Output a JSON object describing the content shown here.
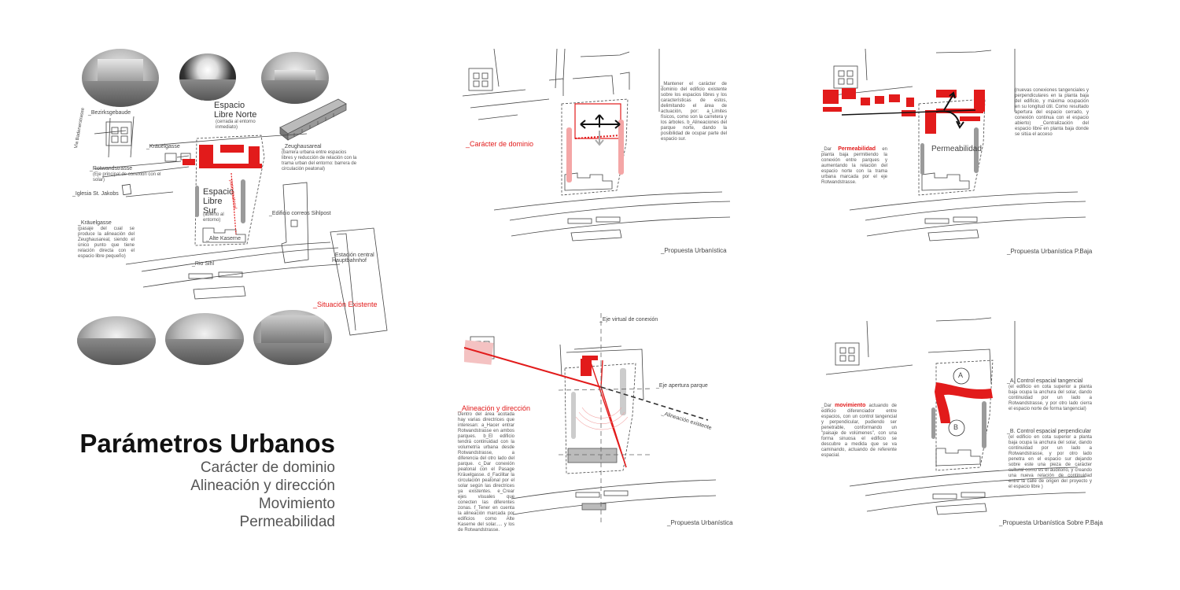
{
  "title": {
    "main": "Parámetros Urbanos",
    "items": [
      "Carácter de dominio",
      "Alineación y dirección",
      "Movimiento",
      "Permeabilidad"
    ]
  },
  "existing": {
    "heading": "_Situación Existente",
    "labels": {
      "bezirksgebaude": "_Bezirksgebaude",
      "badenerstrasse": "Via Badenerstrasse",
      "krauelgasse_top": "_Kräuelgasse",
      "rotwandstrasse": "_Rotwandstrasse",
      "rotwand_note": "(Eje principal de conexión con el solar)",
      "iglesia": "_Iglesia St. Jakobs",
      "krauelgasse_note_title": "_Kräuelgasse",
      "krauelgasse_note": "(pasaje del cual se produce la alineación del Zeughausareal, siendo el único punto que tiene relación directa con el espacio libre pequeño)",
      "espacio_norte_title": "Espacio Libre Norte",
      "espacio_norte_note": "(cerrada al entorno inmediato)",
      "espacio_sur_title": "Espacio Libre Sur",
      "espacio_sur_note": "(abierto al entorno)",
      "zeughausareal": "_Zeughausareal",
      "zeughausareal_note": "(barrera urbana entre espacios libres y reducción de relación con la trama urban del entorno: barrera de circulación peatonal)",
      "correos": "_Edificio correos Sihlpost",
      "estacion": "_Estación central Hauptbahnhof",
      "alte_kaserne": "_Alte Kaserne",
      "rio_sihl": "_Rio Sihl",
      "paso_peatonal": "paso peatonal"
    }
  },
  "panels": {
    "dominio": {
      "heading": "_Carácter de dominio",
      "note": "_Mantener el carácter de dominio del edificio existente sobre los espacios libres y los características de estos, delimitando el área de actuación, por: a_Limites físicos, como son la carretera y los árboles. b_Alineaciones del parque norte, dando la posibilidad de ocupar parte del espacio sur.",
      "caption": "_Propuesta Urbanística"
    },
    "permeabilidad": {
      "note_prefix": "_Dar ",
      "note_key": "Permeabilidad",
      "note_rest": " en planta baja permitiendo la conexión entre parques y aumentando la relación del espacio norte con la trama urbana marcada por el eje Rotwandstrasse.",
      "side_note": "(nuevas conexiones tangenciales y perpendiculares en la planta baja del edificio, y máxima ocupación en su longitud útil. Como resultado apertura del espacio cerrado, y conexión continua con el espacio abierto) _Centralización del espacio libre en planta baja donde se sitúa el acceso",
      "map_label": "Permeabilidad",
      "caption": "_Propuesta Urbanística P.Baja"
    },
    "alineacion": {
      "heading": "_Alineación y dirección",
      "note": "Dentro del área acotada hay varias directrices que interesan: a_Hacer entrar Rotwandstrasse en ambos parques. b_El edificio tendrá continuidad con la volumetría urbana desde Rotwandstrasse, a diferencia del otro lado del parque. c_Dar conexión peatonal con el Pasage Kräuelgasse. d_Facilitar la circulación peatonal por el solar según las directrices ya existentes. e_Crear ejes visuales que conecten las diferentes zonas. f_Tener en cuenta la alineación marcada por edificios como Alte Kaserne del solar..... y los de Rotwandstrasse.",
      "eje_virtual": "_Eje virtual de conexión",
      "eje_parque": "_Eje apertura parque",
      "alineacion_existente": "_Alineación existente",
      "caption": "_Propuesta Urbanística"
    },
    "movimiento": {
      "note_prefix": "_Dar ",
      "note_key": "movimiento",
      "note_rest": " actuando de edificio diferenciador entre espacios, con un control tangencial y perpendicular, pudiendo ser penetrable, conformando un \"paisaje de volúmenes\", con una forma sinuosa el edificio se descubre a medida que se va caminando, actuando de referente espacial.",
      "a_title": "_A. Control espacial tangencial",
      "a_note": "(el edificio en cota superior a planta baja ocupa la anchura del solar, dando continuidad por un lado a Rotwandstrasse, y por otro lado cierra el espacio norte de forma tangencial)",
      "b_title": "_B. Control espacial perpendicular",
      "b_note": "(el edificio en cota superior a planta baja ocupa la anchura del solar, dando continuidad por un lado a Rotwandstrasse, y por otro lado penetra en el espacio sur dejando sobre este una pieza de carácter cultural como es el auditorio, y creando una nueva relación de continuidad entre la calle de origen del proyecto y el espacio libre )",
      "marker_a": "A",
      "marker_b": "B",
      "caption": "_Propuesta Urbanística Sobre P.Baja"
    }
  },
  "colors": {
    "accent": "#e21b1b",
    "line": "#333333",
    "tree": "#9a9a9a",
    "text": "#555555"
  }
}
